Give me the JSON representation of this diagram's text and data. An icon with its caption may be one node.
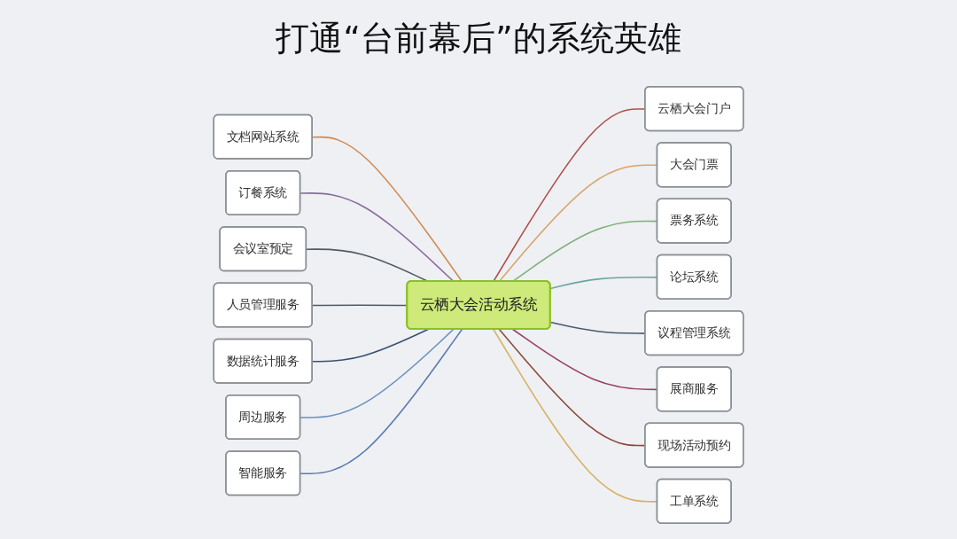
{
  "diagram": {
    "title": "打通“台前幕后”的系统英雄",
    "nodes": [
      {
        "text": [
          "云栖大会活动系统"
        ]
      },
      {
        "text": [
          "云栖大会门户"
        ]
      },
      {
        "text": [
          "大会门票"
        ]
      },
      {
        "text": [
          "票务系统"
        ]
      },
      {
        "text": [
          "论坛系统"
        ]
      },
      {
        "text": [
          "议程管理系统"
        ]
      },
      {
        "text": [
          "展商服务"
        ]
      },
      {
        "text": [
          "现场活动预约"
        ]
      },
      {
        "text": [
          "工单系统"
        ]
      },
      {
        "text": [
          "文档网站系统"
        ]
      },
      {
        "text": [
          "订餐系统"
        ]
      },
      {
        "text": [
          "会议室预定"
        ]
      },
      {
        "text": [
          "人员管理服务"
        ]
      },
      {
        "text": [
          "数据统计服务"
        ]
      },
      {
        "text": [
          "周边服务"
        ]
      },
      {
        "text": [
          "智能服务"
        ]
      }
    ],
    "edges": [
      {
        "from": 0,
        "to": 1,
        "arrow": "none",
        "color": "#b0504d"
      },
      {
        "from": 0,
        "to": 2,
        "arrow": "none",
        "color": "#d9a36a"
      },
      {
        "from": 0,
        "to": 3,
        "arrow": "none",
        "color": "#7fb07a"
      },
      {
        "from": 0,
        "to": 4,
        "arrow": "none",
        "color": "#6aa6a0"
      },
      {
        "from": 0,
        "to": 5,
        "arrow": "none",
        "color": "#4a5a70"
      },
      {
        "from": 0,
        "to": 6,
        "arrow": "none",
        "color": "#9a4060"
      },
      {
        "from": 0,
        "to": 7,
        "arrow": "none",
        "color": "#8a4a3a"
      },
      {
        "from": 0,
        "to": 8,
        "arrow": "none",
        "color": "#d9b060"
      },
      {
        "from": 0,
        "to": 9,
        "arrow": "none",
        "color": "#d08a50"
      },
      {
        "from": 0,
        "to": 10,
        "arrow": "none",
        "color": "#8a6aa0"
      },
      {
        "from": 0,
        "to": 11,
        "arrow": "none",
        "color": "#505a60"
      },
      {
        "from": 0,
        "to": 12,
        "arrow": "none",
        "color": "#505a60"
      },
      {
        "from": 0,
        "to": 13,
        "arrow": "none",
        "color": "#3a5070"
      },
      {
        "from": 0,
        "to": 14,
        "arrow": "none",
        "color": "#6a90c0"
      },
      {
        "from": 0,
        "to": 15,
        "arrow": "none",
        "color": "#5a7ab0"
      }
    ]
  }
}
